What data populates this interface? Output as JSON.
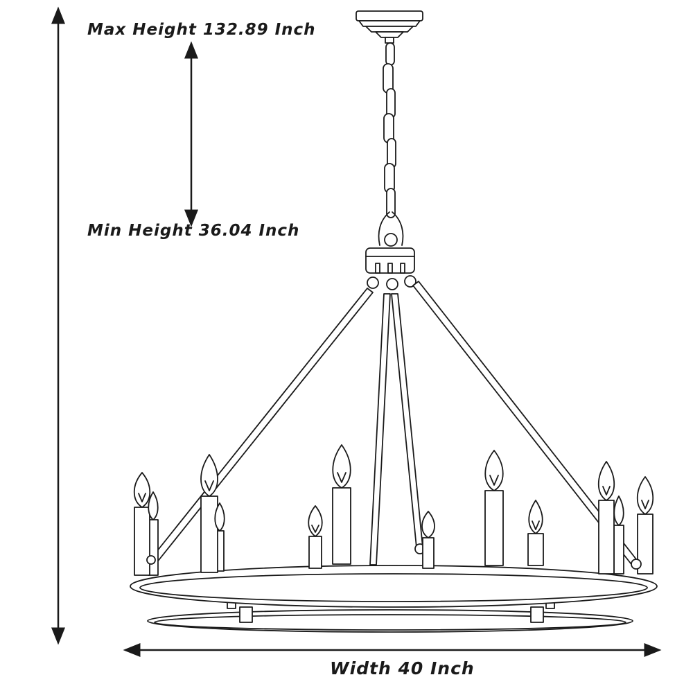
{
  "labels": {
    "max_height": "Max Height 132.89 Inch",
    "min_height": "Min Height 36.04 Inch",
    "width": "Width 40 Inch"
  },
  "colors": {
    "stroke": "#1a1a1a",
    "background": "#ffffff"
  }
}
